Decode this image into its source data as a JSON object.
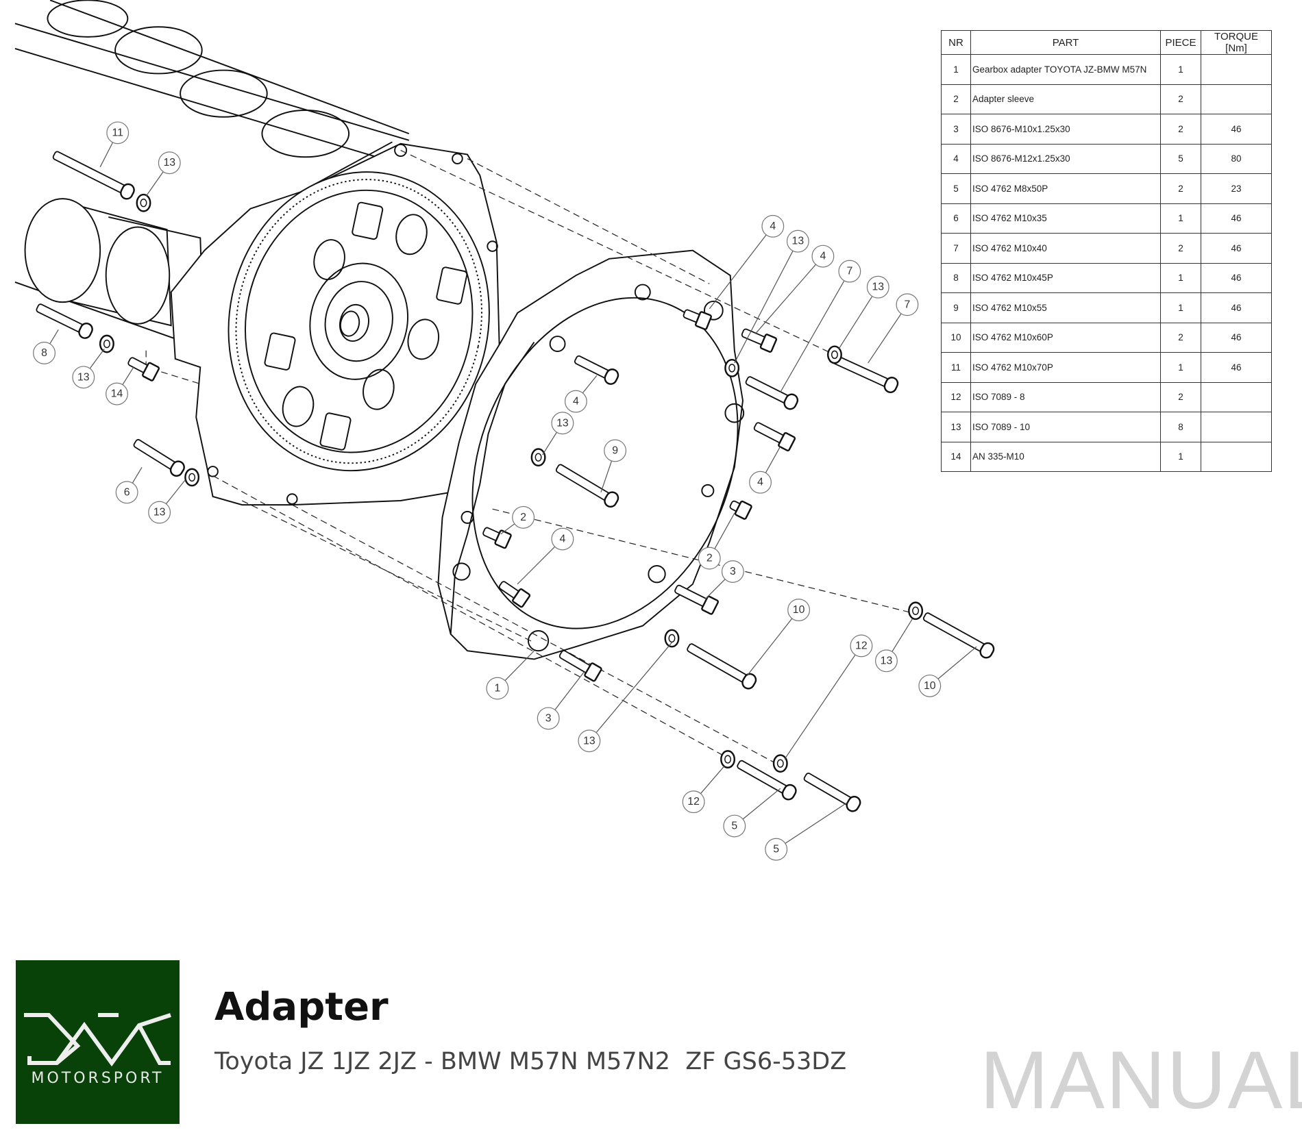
{
  "bom_table": {
    "headers": {
      "nr": "NR",
      "part": "PART",
      "piece": "PIECE",
      "torque": "TORQUE [Nm]"
    },
    "rows": [
      {
        "nr": "1",
        "part": "Gearbox adapter TOYOTA JZ-BMW M57N",
        "piece": "1",
        "torque": ""
      },
      {
        "nr": "2",
        "part": "Adapter sleeve",
        "piece": "2",
        "torque": ""
      },
      {
        "nr": "3",
        "part": "ISO 8676-M10x1.25x30",
        "piece": "2",
        "torque": "46"
      },
      {
        "nr": "4",
        "part": "ISO 8676-M12x1.25x30",
        "piece": "5",
        "torque": "80"
      },
      {
        "nr": "5",
        "part": "ISO 4762 M8x50P",
        "piece": "2",
        "torque": "23"
      },
      {
        "nr": "6",
        "part": "ISO 4762 M10x35",
        "piece": "1",
        "torque": "46"
      },
      {
        "nr": "7",
        "part": "ISO 4762 M10x40",
        "piece": "2",
        "torque": "46"
      },
      {
        "nr": "8",
        "part": "ISO 4762 M10x45P",
        "piece": "1",
        "torque": "46"
      },
      {
        "nr": "9",
        "part": "ISO 4762 M10x55",
        "piece": "1",
        "torque": "46"
      },
      {
        "nr": "10",
        "part": "ISO 4762 M10x60P",
        "piece": "2",
        "torque": "46"
      },
      {
        "nr": "11",
        "part": "ISO 4762 M10x70P",
        "piece": "1",
        "torque": "46"
      },
      {
        "nr": "12",
        "part": "ISO 7089 - 8",
        "piece": "2",
        "torque": ""
      },
      {
        "nr": "13",
        "part": "ISO 7089 - 10",
        "piece": "8",
        "torque": ""
      },
      {
        "nr": "14",
        "part": "AN 335-M10",
        "piece": "1",
        "torque": ""
      }
    ]
  },
  "callouts": [
    "11",
    "13",
    "8",
    "13",
    "14",
    "6",
    "13",
    "4",
    "13",
    "4",
    "7",
    "13",
    "7",
    "4",
    "13",
    "9",
    "4",
    "2",
    "4",
    "2",
    "3",
    "10",
    "12",
    "13",
    "10",
    "1",
    "3",
    "13",
    "12",
    "5",
    "5"
  ],
  "footer": {
    "logo_text": "MOTORSPORT",
    "title": "Adapter",
    "subtitle": "Toyota JZ 1JZ 2JZ - BMW M57N M57N2  ZF GS6-53DZ",
    "badge": "MANUAL"
  },
  "colors": {
    "brand_green": "#084208",
    "manual_gray": "#d3d3d3"
  }
}
